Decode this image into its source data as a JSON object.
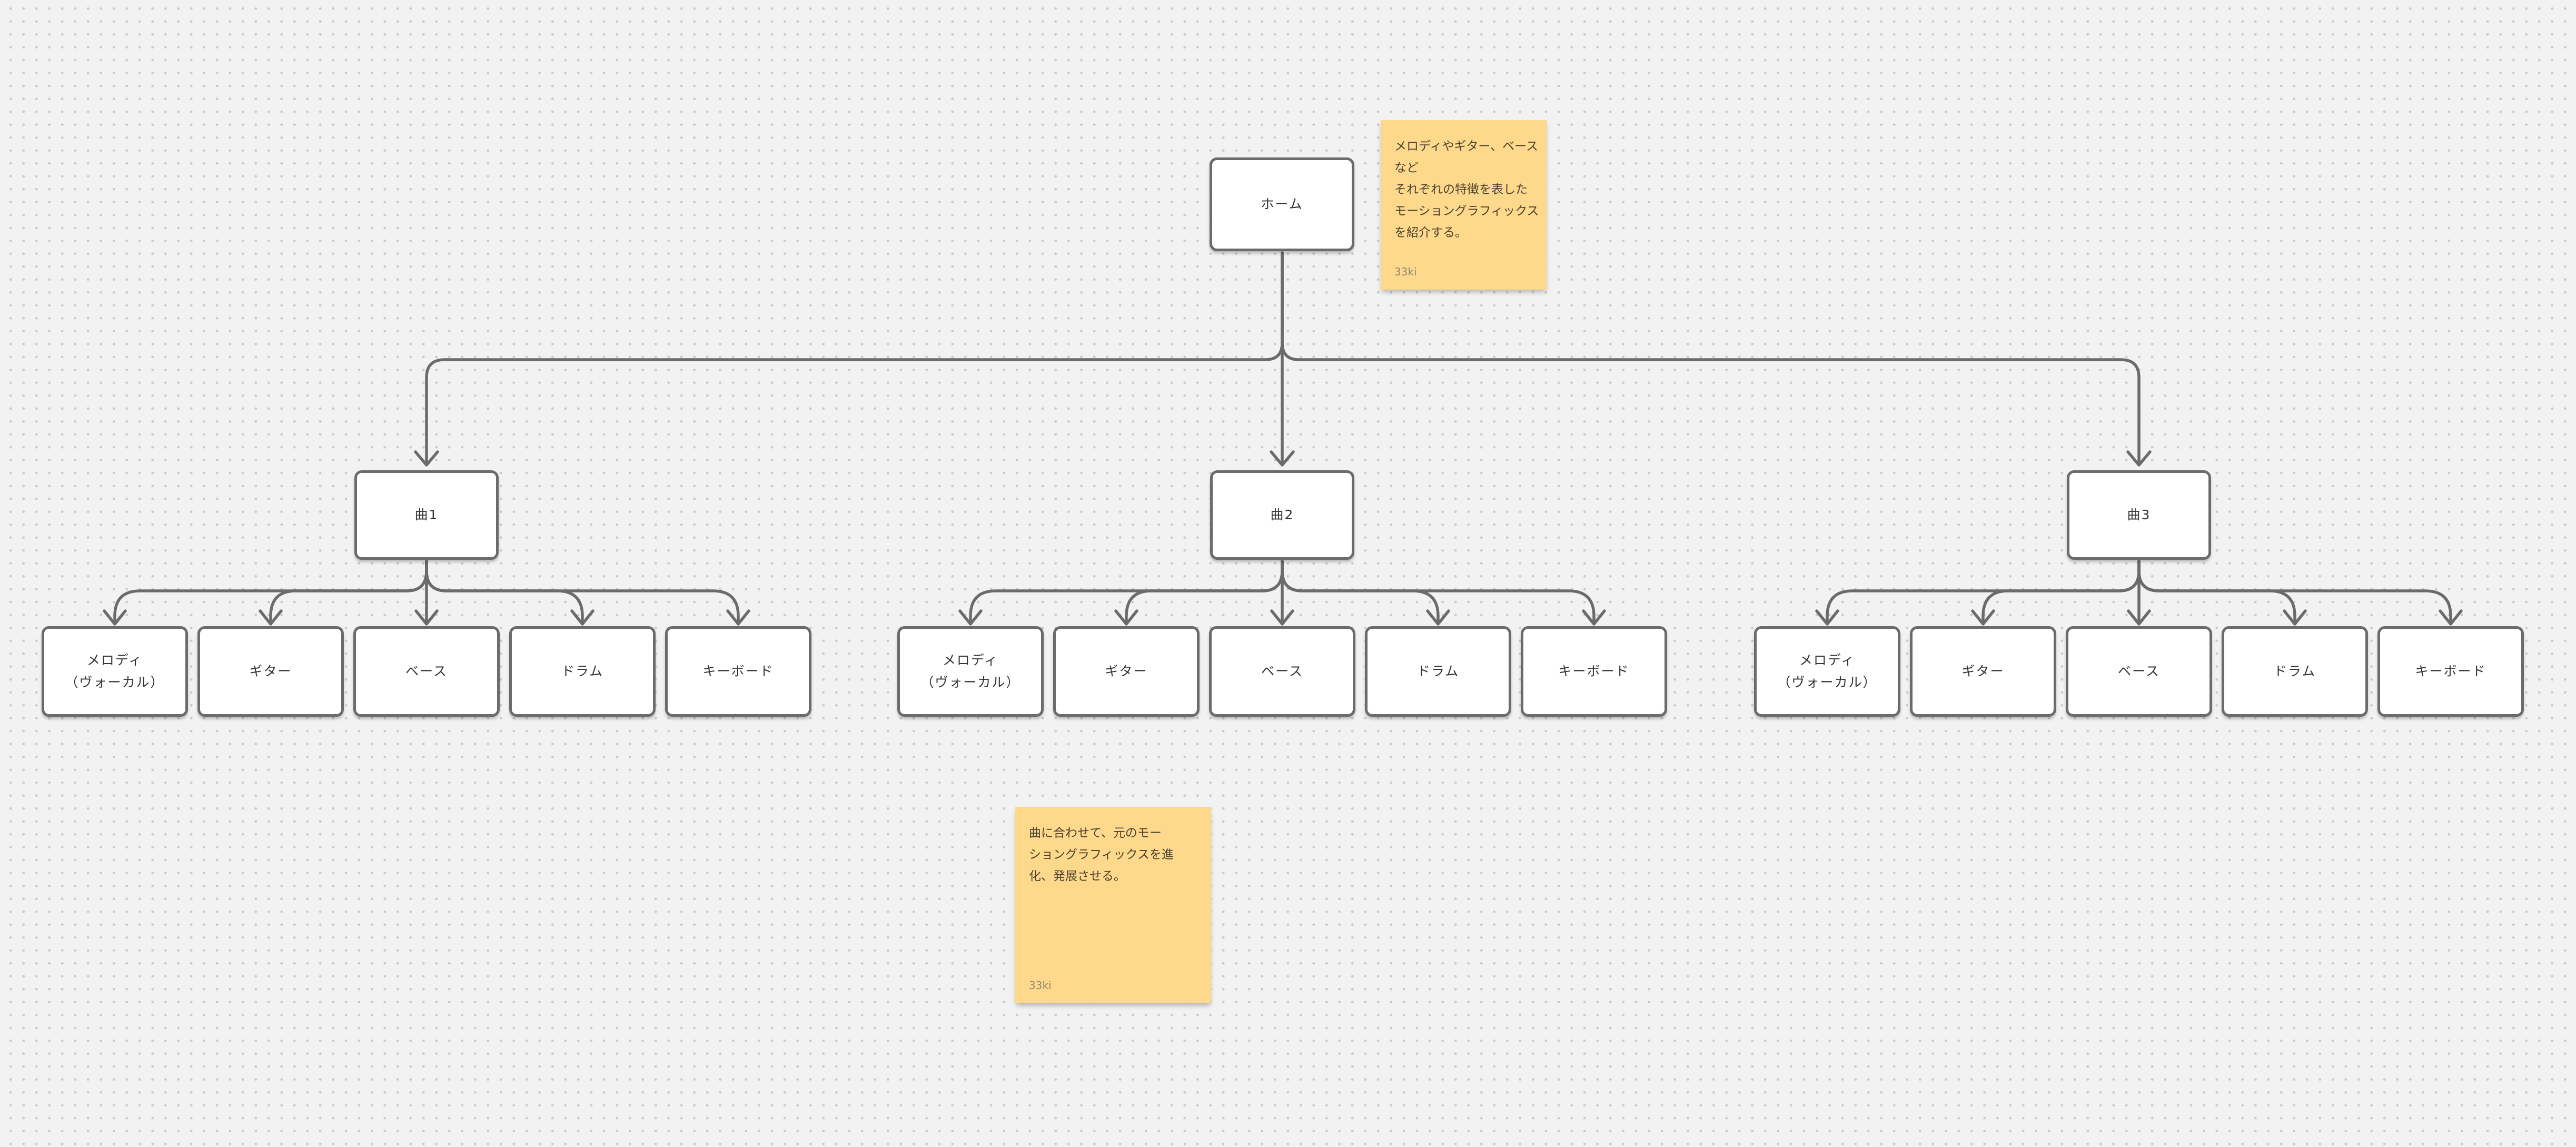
{
  "canvas": {
    "background_color": "#f2f2f2",
    "dot_color": "#c9c9c9"
  },
  "diagram": {
    "root": {
      "label": "ホーム"
    },
    "songs": [
      {
        "label": "曲1"
      },
      {
        "label": "曲2"
      },
      {
        "label": "曲3"
      }
    ],
    "instruments": [
      "メロディ\n（ヴォーカル）",
      "ギター",
      "ベース",
      "ドラム",
      "キーボード"
    ]
  },
  "sticky_notes": [
    {
      "text": "メロディやギター、ベース\nなど\nそれぞれの特徴を表した\nモーショングラフィックス\nを紹介する。",
      "author": "33ki",
      "color": "#ffd98b"
    },
    {
      "text": "曲に合わせて、元のモー\nショングラフィックスを進\n化、発展させる。",
      "author": "33ki",
      "color": "#ffd98b"
    }
  ],
  "styles": {
    "connector_color": "#6b6b6b",
    "node_border_color": "#6b6b6b",
    "node_fill_color": "#ffffff",
    "node_text_color": "#333333",
    "sticky_text_color": "#494232",
    "sticky_author_color": "#8f8a70"
  }
}
